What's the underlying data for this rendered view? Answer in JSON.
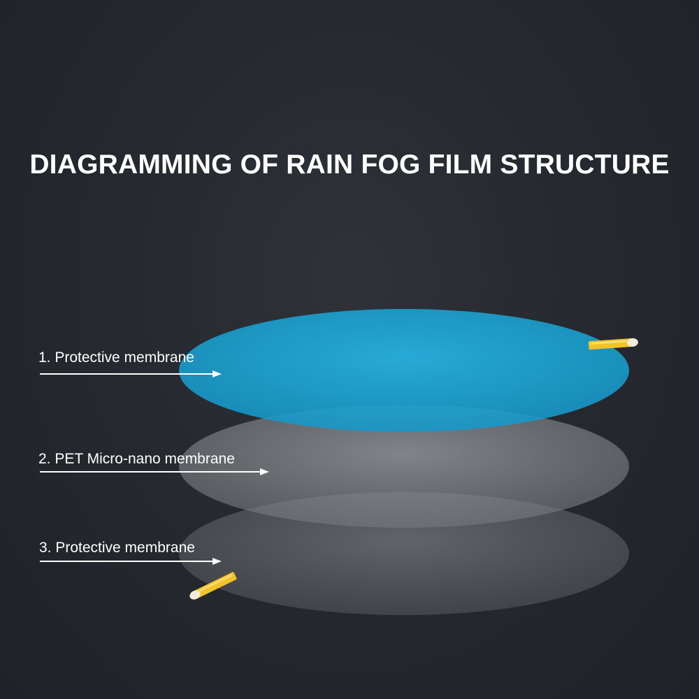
{
  "title": "DIAGRAMMING OF RAIN FOG FILM STRUCTURE",
  "layers": [
    {
      "label": "1. Protective membrane",
      "color": "#1ea9d8"
    },
    {
      "label": "2. PET Micro-nano membrane",
      "color": "#8a8d92"
    },
    {
      "label": "3. Protective membrane",
      "color": "#6a6d72"
    }
  ],
  "colors": {
    "background": "#262a30",
    "tab": "#f2c326",
    "text": "#ffffff"
  }
}
